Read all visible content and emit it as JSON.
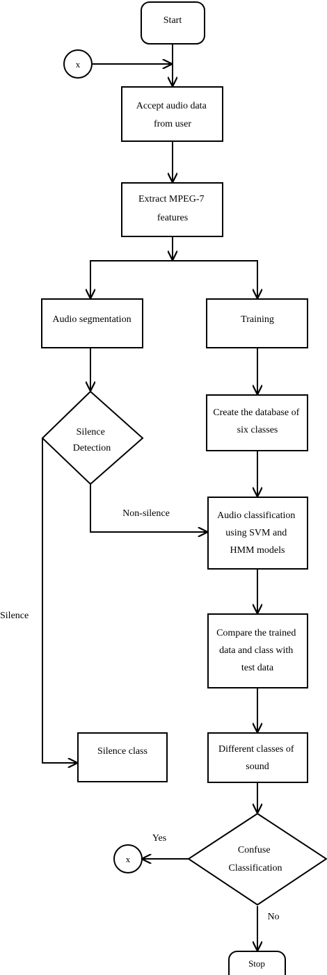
{
  "diagram": {
    "nodes": {
      "start": {
        "label": [
          "Start"
        ]
      },
      "connector_top": {
        "label": [
          "x"
        ]
      },
      "accept": {
        "label": [
          "Accept audio data",
          "from user"
        ]
      },
      "extract": {
        "label": [
          "Extract MPEG-7",
          "features"
        ]
      },
      "segmentation": {
        "label": [
          "Audio segmentation"
        ]
      },
      "training": {
        "label": [
          "Training"
        ]
      },
      "silence_detection": {
        "label": [
          "Silence",
          "Detection"
        ]
      },
      "create_db": {
        "label": [
          "Create the database of",
          "six classes"
        ]
      },
      "classification": {
        "label": [
          "Audio classification",
          "using SVM and",
          "HMM models"
        ]
      },
      "compare": {
        "label": [
          "Compare the trained",
          "data and class with",
          "test data"
        ]
      },
      "silence_class": {
        "label": [
          "Silence class"
        ]
      },
      "different_classes": {
        "label": [
          "Different classes of",
          "sound"
        ]
      },
      "confuse": {
        "label": [
          "Confuse",
          "Classification"
        ]
      },
      "connector_bottom": {
        "label": [
          "x"
        ]
      },
      "stop": {
        "label": [
          "Stop"
        ]
      }
    },
    "edge_labels": {
      "non_silence": "Non-silence",
      "silence": "Silence",
      "yes": "Yes",
      "no": "No"
    }
  }
}
